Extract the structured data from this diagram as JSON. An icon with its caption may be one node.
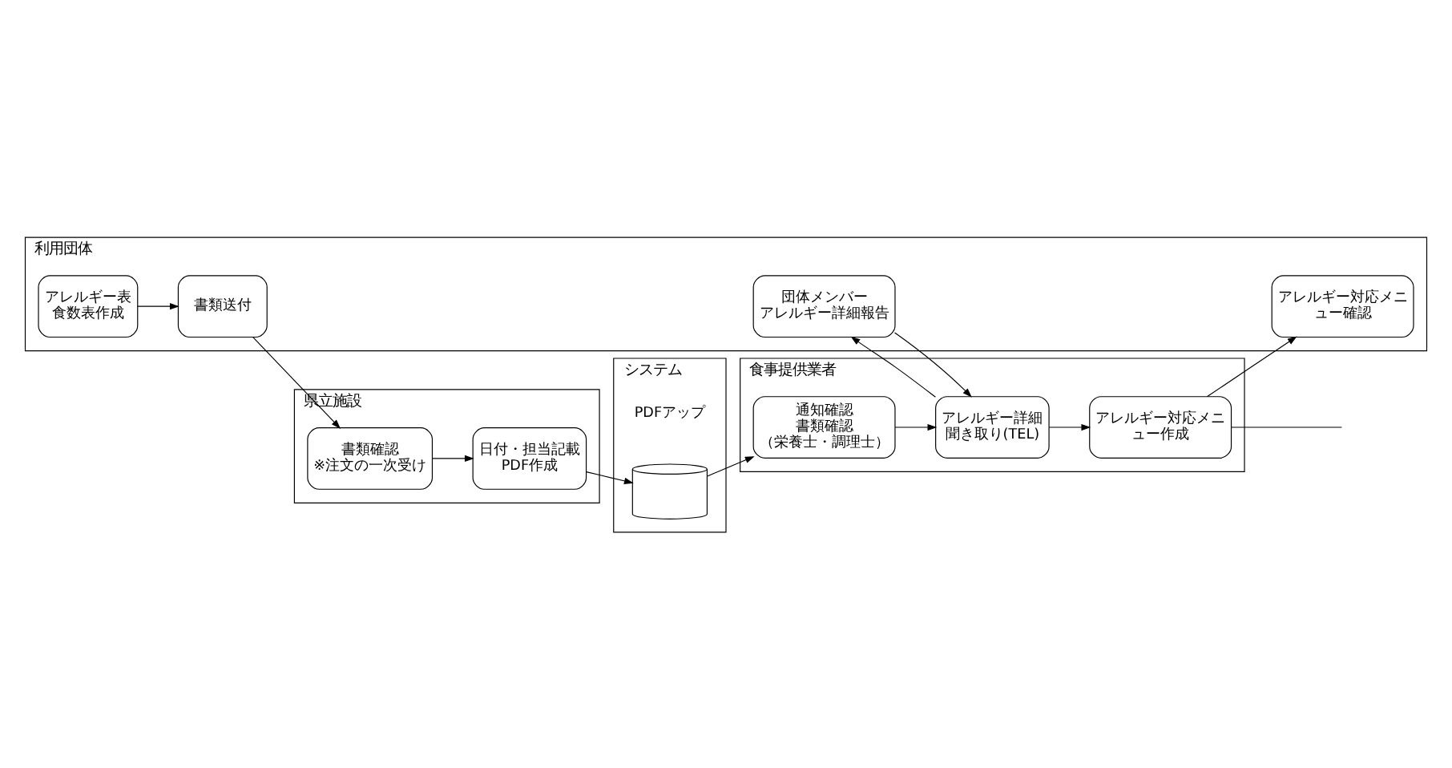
{
  "diagram": {
    "nodes": [
      {
        "text": [
          "利用団体"
        ]
      },
      {
        "text": [
          "アレルギー表食数表作成"
        ],
        "in": 0
      },
      {
        "text": [
          "書類送付"
        ],
        "in": 0
      },
      {
        "text": [
          "団体メンバーアレルギー詳細報告"
        ],
        "in": 0
      },
      {
        "text": [
          "アレルギー対応メニュー確認"
        ],
        "in": 0
      },
      {
        "text": [
          "県立施設"
        ]
      },
      {
        "text": [
          "書類確認",
          "※注文の一次受け"
        ],
        "in": 5
      },
      {
        "text": [
          "日付・担当記載PDF作成"
        ],
        "in": 5
      },
      {
        "text": [
          "食事提供業者"
        ]
      },
      {
        "text": [
          "通知確認書類確認（栄養士・調理士）"
        ],
        "in": 8
      },
      {
        "text": [
          "アレルギー詳細聞き取り(TEL)"
        ],
        "in": 8
      },
      {
        "text": [
          "アレルギー対応メニュー作成"
        ],
        "in": 8
      },
      {
        "text": [
          "システム"
        ]
      },
      {
        "text": [],
        "shape": "cylinder",
        "beside": [
          "PDFアップ"
        ],
        "in": 12
      }
    ],
    "edges": [
      {
        "from": 1,
        "to": 2,
        "arrow": "to"
      },
      {
        "from": 2,
        "to": 6,
        "arrow": "to"
      },
      {
        "from": 6,
        "to": 7,
        "arrow": "to"
      },
      {
        "from": 7,
        "to": 13,
        "arrow": "to"
      },
      {
        "from": 13,
        "to": 9,
        "arrow": "to"
      },
      {
        "from": 9,
        "to": 10,
        "arrow": "to"
      },
      {
        "from": 10,
        "to": 3,
        "arrow": "to"
      },
      {
        "from": 3,
        "to": 10,
        "arrow": "to"
      },
      {
        "from": 10,
        "to": 11,
        "arrow": "to"
      },
      {
        "from": 11,
        "to": 4,
        "arrow": "to"
      },
      {
        "from": 11,
        "to": null,
        "arrow": "none"
      }
    ]
  }
}
